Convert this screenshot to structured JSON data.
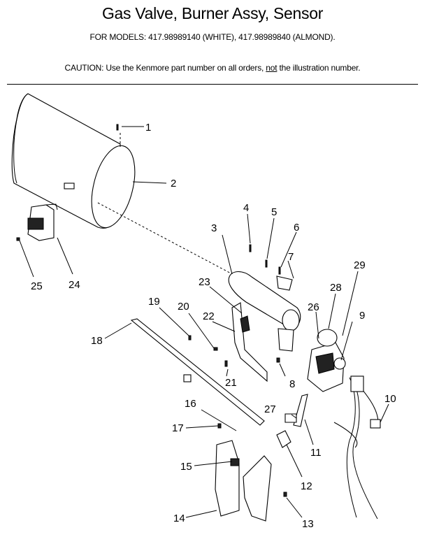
{
  "header": {
    "title": "Gas Valve, Burner Assy, Sensor",
    "models": "FOR MODELS:  417.98989140 (WHITE), 417.98989840 (ALMOND).",
    "caution_prefix": "CAUTION:  Use the Kenmore part number on all orders, ",
    "caution_underlined": "not",
    "caution_suffix": " the illustration number."
  },
  "callouts": [
    "1",
    "2",
    "3",
    "4",
    "5",
    "6",
    "7",
    "8",
    "9",
    "10",
    "11",
    "12",
    "13",
    "14",
    "15",
    "16",
    "17",
    "18",
    "19",
    "20",
    "21",
    "22",
    "23",
    "24",
    "25",
    "26",
    "27",
    "28",
    "29"
  ]
}
